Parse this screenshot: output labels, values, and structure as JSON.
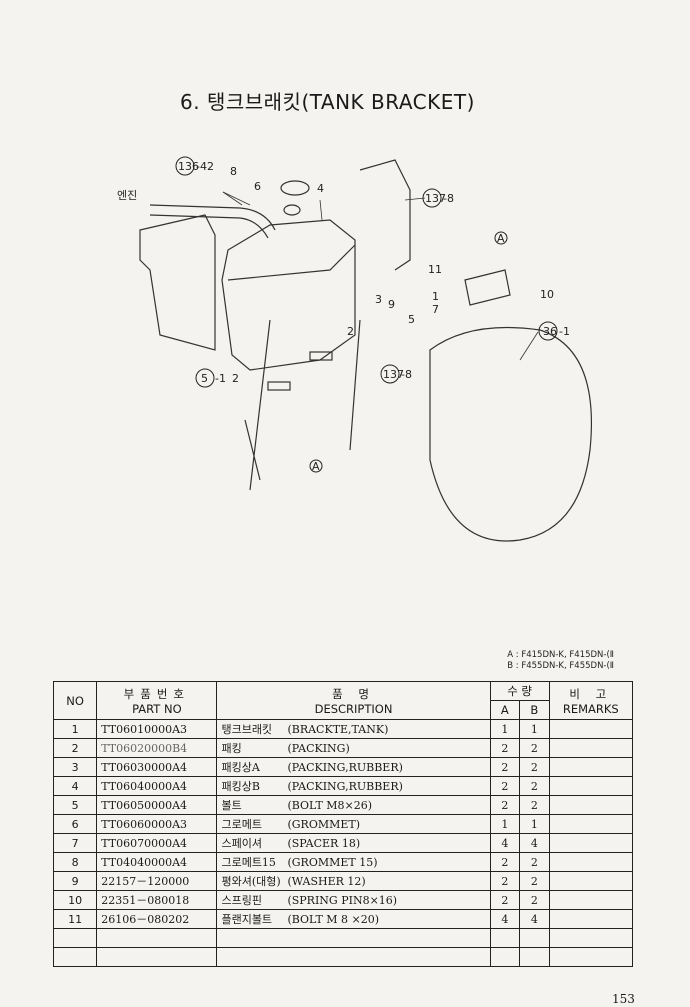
{
  "page": {
    "title": "6. 탱크브래킷(TANK BRACKET)",
    "page_number": "153"
  },
  "diagram": {
    "labels": {
      "engine": "엔진",
      "c136_42": "136",
      "c136_42_suffix": "-42",
      "n8": "8",
      "n6": "6",
      "n4": "4",
      "c137_8a": "137",
      "c137_8a_suffix": "-8",
      "a_top": "A",
      "n11": "11",
      "n1": "1",
      "n7": "7",
      "n10": "10",
      "n3": "3",
      "n9": "9",
      "n5": "5",
      "c36_1": "36",
      "c36_1_suffix": "-1",
      "n2a": "2",
      "c5_1": "5",
      "c5_1_suffix": "-1",
      "n2b": "2",
      "c137_8b": "137",
      "c137_8b_suffix": "-8",
      "a_bottom": "A"
    }
  },
  "legend": {
    "a": "A : F415DN-K, F415DN-(Ⅱ",
    "b": "B : F455DN-K, F455DN-(Ⅱ"
  },
  "table": {
    "headers": {
      "no": "NO",
      "part_kr": "부품번호",
      "part_en": "PART NO",
      "desc_kr": "품 명",
      "desc_en": "DESCRIPTION",
      "qty_kr": "수 량",
      "qty_a": "A",
      "qty_b": "B",
      "rem_kr": "비 고",
      "rem_en": "REMARKS"
    },
    "rows": [
      {
        "no": "1",
        "part": "TT06010000A3",
        "kr": "탱크브래킷",
        "en": "(BRACKTE,TANK)",
        "a": "1",
        "b": "1"
      },
      {
        "no": "2",
        "part": "TT06020000B4",
        "kr": "패킹",
        "en": "(PACKING)",
        "a": "2",
        "b": "2"
      },
      {
        "no": "3",
        "part": "TT06030000A4",
        "kr": "패킹상A",
        "en": "(PACKING,RUBBER)",
        "a": "2",
        "b": "2"
      },
      {
        "no": "4",
        "part": "TT06040000A4",
        "kr": "패킹상B",
        "en": "(PACKING,RUBBER)",
        "a": "2",
        "b": "2"
      },
      {
        "no": "5",
        "part": "TT06050000A4",
        "kr": "볼트",
        "en": "(BOLT M8×26)",
        "a": "2",
        "b": "2"
      },
      {
        "no": "6",
        "part": "TT06060000A3",
        "kr": "그로메트",
        "en": "(GROMMET)",
        "a": "1",
        "b": "1"
      },
      {
        "no": "7",
        "part": "TT06070000A4",
        "kr": "스페이셔",
        "en": "(SPACER 18)",
        "a": "4",
        "b": "4"
      },
      {
        "no": "8",
        "part": "TT04040000A4",
        "kr": "그로메트15",
        "en": "(GROMMET 15)",
        "a": "2",
        "b": "2"
      },
      {
        "no": "9",
        "part": "22157－120000",
        "kr": "평와셔(대형)",
        "en": "(WASHER 12)",
        "a": "2",
        "b": "2"
      },
      {
        "no": "10",
        "part": "22351－080018",
        "kr": "스프링핀",
        "en": "(SPRING PIN8×16)",
        "a": "2",
        "b": "2"
      },
      {
        "no": "11",
        "part": "26106－080202",
        "kr": "플랜지볼트",
        "en": "(BOLT M 8 ×20)",
        "a": "4",
        "b": "4"
      }
    ]
  }
}
